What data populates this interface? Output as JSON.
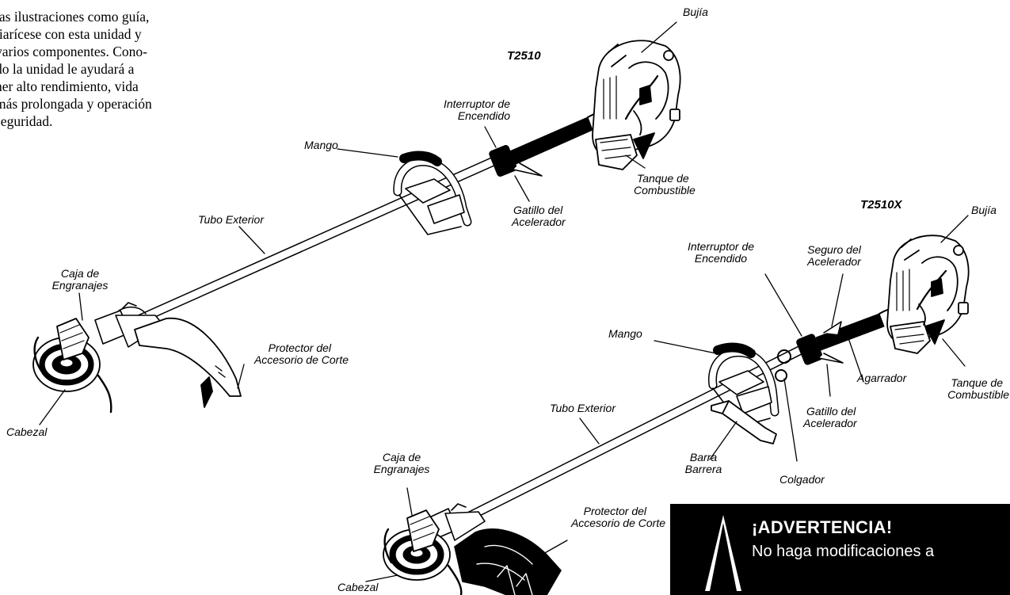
{
  "intro": {
    "lines": [
      " las ilustraciones como guía,",
      "liarícese con esta unidad y",
      "varios componentes.  Cono-",
      "do la unidad le ayudará a",
      "ner alto rendimiento, vida",
      "más prolongada y operación",
      "seguridad."
    ]
  },
  "t2510": {
    "model": "T2510",
    "labels": {
      "bujia": "Bujía",
      "interruptor_1": "Interruptor de",
      "interruptor_2": "Encendido",
      "mango": "Mango",
      "tanque_1": "Tanque de",
      "tanque_2": "Combustible",
      "gatillo_1": "Gatillo del",
      "gatillo_2": "Acelerador",
      "tubo": "Tubo Exterior",
      "caja_1": "Caja de",
      "caja_2": "Engranajes",
      "protector_1": "Protector del",
      "protector_2": "Accesorio de Corte",
      "cabezal": "Cabezal"
    }
  },
  "t2510x": {
    "model": "T2510X",
    "labels": {
      "bujia": "Bujía",
      "interruptor_1": "Interruptor de",
      "interruptor_2": "Encendido",
      "seguro_1": "Seguro del",
      "seguro_2": "Acelerador",
      "mango": "Mango",
      "agarrador": "Agarrador",
      "tanque_1": "Tanque de",
      "tanque_2": "Combustible",
      "gatillo_1": "Gatillo del",
      "gatillo_2": "Acelerador",
      "tubo": "Tubo Exterior",
      "barra_1": "Barra",
      "barra_2": "Barrera",
      "colgador": "Colgador",
      "caja_1": "Caja de",
      "caja_2": "Engranajes",
      "protector_1": "Protector del",
      "protector_2": "Accesorio de Corte",
      "cabezal": "Cabezal"
    }
  },
  "warning": {
    "title": "¡ADVERTENCIA!",
    "text": "No haga modificaciones a"
  },
  "colors": {
    "ink": "#000000",
    "paper": "#ffffff"
  }
}
